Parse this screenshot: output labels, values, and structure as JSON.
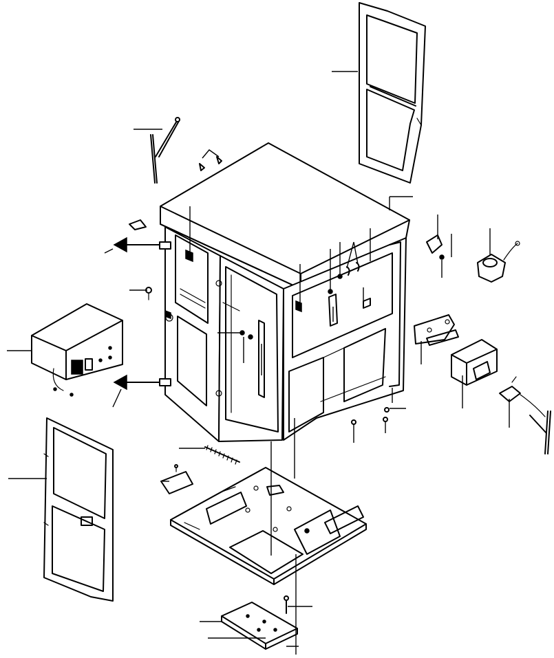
{
  "diagram": {
    "type": "exploded-parts-view",
    "background": "#ffffff",
    "line_color": "#000000",
    "parts": [
      {
        "id": "cab-body",
        "icon": "cab-body-icon"
      },
      {
        "id": "front-upper-window-frame",
        "icon": "window-frame-icon"
      },
      {
        "id": "left-door",
        "icon": "door-icon"
      },
      {
        "id": "floor-plate",
        "icon": "floor-plate-icon"
      },
      {
        "id": "wiper-arm-upper",
        "icon": "wiper-arm-icon"
      },
      {
        "id": "wiper-arm-lower-right",
        "icon": "wiper-arm-icon"
      },
      {
        "id": "wiper-motor",
        "icon": "motor-icon"
      },
      {
        "id": "air-conditioner-unit",
        "icon": "box-unit-icon"
      },
      {
        "id": "door-lock-plate",
        "icon": "latch-icon"
      },
      {
        "id": "bracket",
        "icon": "bracket-icon"
      },
      {
        "id": "wiper-switch",
        "icon": "switch-icon"
      },
      {
        "id": "spring",
        "icon": "spring-icon"
      },
      {
        "id": "cover-plate",
        "icon": "plate-icon"
      },
      {
        "id": "mounting-pad",
        "icon": "pad-icon"
      },
      {
        "id": "bolts",
        "icon": "bolt-icon"
      },
      {
        "id": "direction-arrows",
        "icon": "arrow-left-icon"
      }
    ]
  }
}
